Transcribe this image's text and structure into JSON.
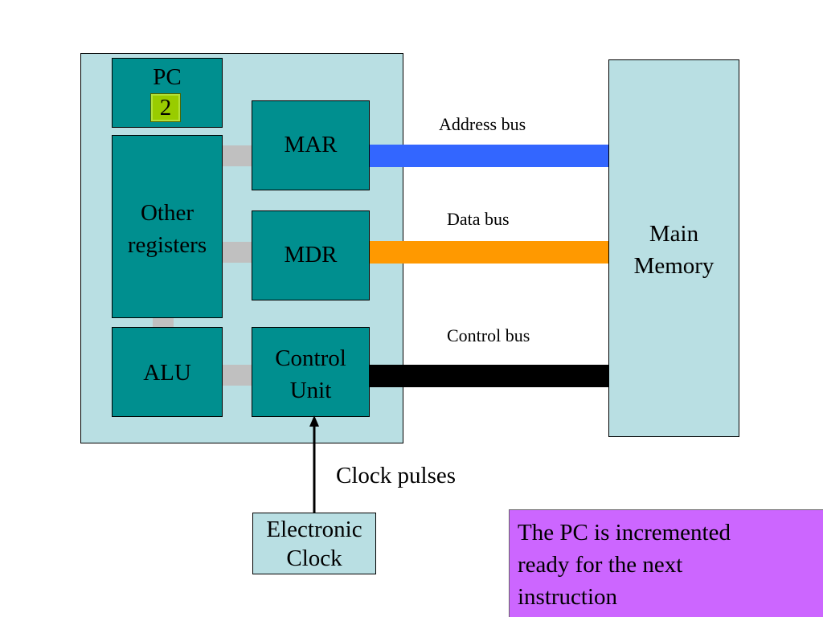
{
  "cpu": {
    "pc": {
      "label": "PC",
      "value": "2"
    },
    "other_registers": {
      "line1": "Other",
      "line2": "registers"
    },
    "alu": {
      "label": "ALU"
    },
    "mar": {
      "label": "MAR"
    },
    "mdr": {
      "label": "MDR"
    },
    "control_unit": {
      "line1": "Control",
      "line2": "Unit"
    }
  },
  "main_memory": {
    "line1": "Main",
    "line2": "Memory"
  },
  "buses": [
    {
      "label": "Address bus",
      "color": "#3366ff"
    },
    {
      "label": "Data bus",
      "color": "#ff9900"
    },
    {
      "label": "Control bus",
      "color": "#000000"
    }
  ],
  "clock": {
    "pulses_label": "Clock pulses",
    "line1": "Electronic",
    "line2": "Clock"
  },
  "note": {
    "line1": "The PC is incremented",
    "line2": "ready for the next",
    "line3": "instruction",
    "background": "#cc66ff"
  },
  "colors": {
    "register_fill": "#008f8f",
    "cpu_fill": "#b9dfe3",
    "pc_value_fill": "#99cc00"
  }
}
